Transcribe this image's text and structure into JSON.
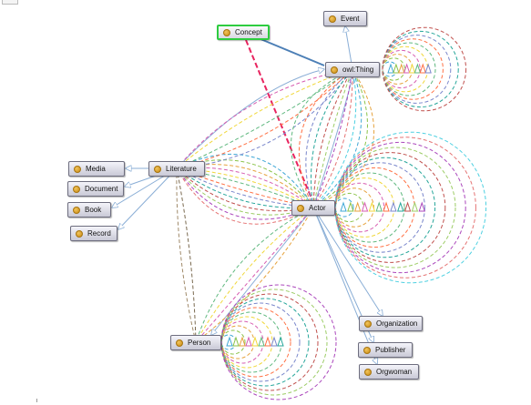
{
  "nodes": {
    "concept": {
      "label": "Concept"
    },
    "event": {
      "label": "Event"
    },
    "owl_thing": {
      "label": "owl:Thing"
    },
    "media": {
      "label": "Media"
    },
    "literature": {
      "label": "Literature"
    },
    "document": {
      "label": "Document"
    },
    "book": {
      "label": "Book"
    },
    "record": {
      "label": "Record"
    },
    "actor": {
      "label": "Actor"
    },
    "organization": {
      "label": "Organization"
    },
    "person": {
      "label": "Person"
    },
    "publisher": {
      "label": "Publisher"
    },
    "orgwoman": {
      "label": "Orgwoman"
    }
  },
  "colors": {
    "node_dot": "#e0a526",
    "selected_border": "#2ecc40",
    "subclass_edge": "#8aaed6",
    "highlight_edge": "#e8245f",
    "relation_palette": [
      "#3fa7d6",
      "#8bc34a",
      "#e6a23c",
      "#d65db1",
      "#f0d73a",
      "#5fb87f",
      "#ff7043",
      "#7986cb",
      "#26a69a",
      "#c0504d",
      "#9ccc65",
      "#ab47bc",
      "#e57373",
      "#4dd0e1"
    ]
  },
  "icons": {
    "node_marker": "class-dot-icon"
  }
}
